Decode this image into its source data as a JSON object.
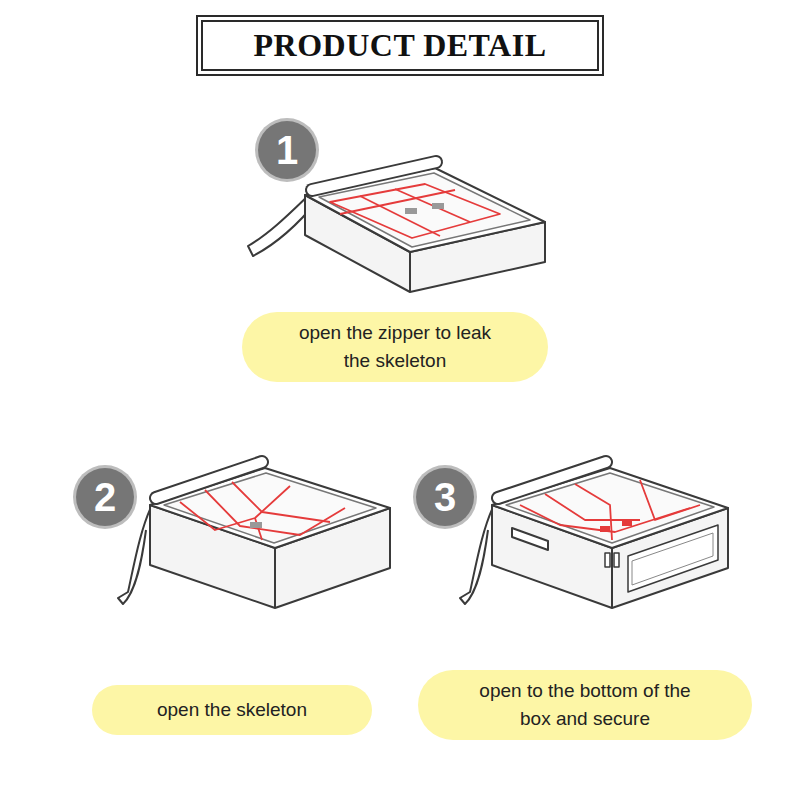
{
  "diagram": {
    "title": "PRODUCT DETAIL",
    "nodes": [
      {
        "text": [
          "1"
        ]
      },
      {
        "text": [
          "open the zipper to leak the skeleton"
        ]
      },
      {
        "text": [
          "2"
        ]
      },
      {
        "text": [
          "3"
        ]
      },
      {
        "text": [
          "open the skeleton"
        ]
      },
      {
        "text": [
          "open to the bottom of the box and secure"
        ]
      }
    ]
  }
}
